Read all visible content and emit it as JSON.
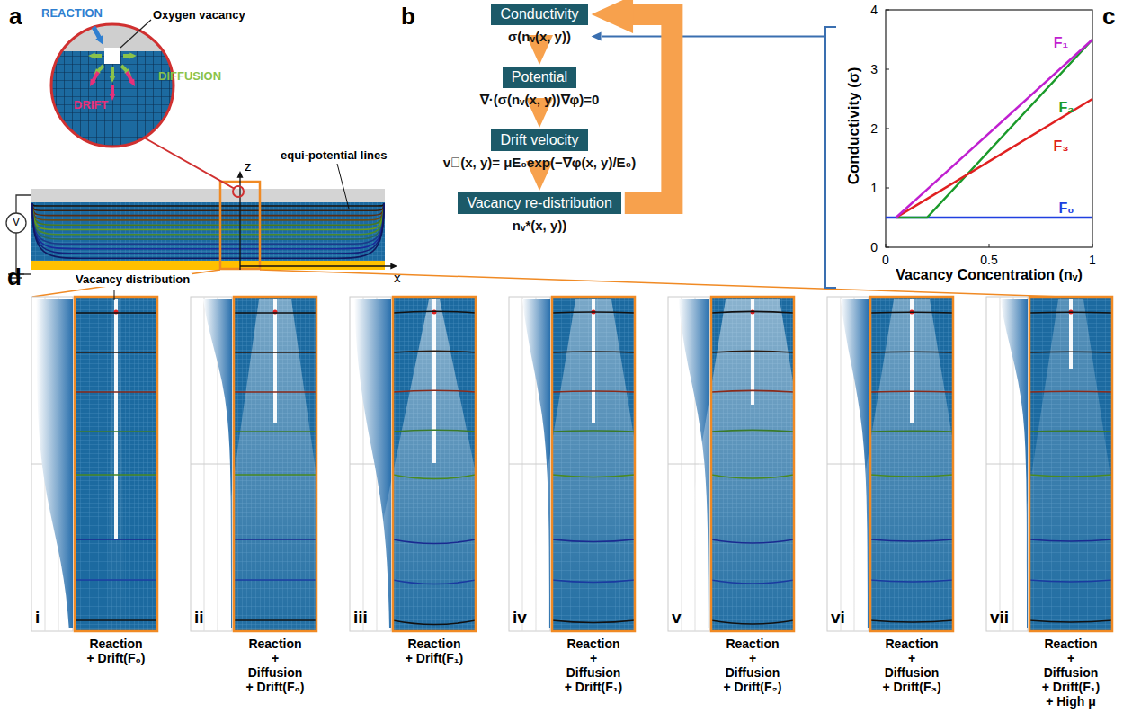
{
  "diagram": {
    "nodes": [
      {
        "text": [
          "Conductivity",
          "σ(nᵥ(x, y))"
        ]
      },
      {
        "text": [
          "Potential",
          "∇·(σ(nᵥ(x, y))∇φ)=0"
        ]
      },
      {
        "text": [
          "Drift velocity",
          "v⃗(x, y)= μE₀exp(−∇φ(x, y)/E₀)"
        ]
      },
      {
        "text": [
          "Vacancy re-distribution",
          "nᵥ*(x, y))"
        ]
      }
    ],
    "edges": [
      {
        "from": 0,
        "to": 1,
        "arrow": "to"
      },
      {
        "from": 1,
        "to": 2,
        "arrow": "to"
      },
      {
        "from": 2,
        "to": 3,
        "arrow": "to"
      },
      {
        "from": 3,
        "to": 0,
        "arrow": "to"
      }
    ],
    "labels": [
      "a",
      "REACTION",
      "Oxygen vacancy",
      "DIFFUSION",
      "DRIFT",
      "equi-potential lines",
      "z",
      "x",
      "V",
      "b",
      "c",
      "4",
      "3",
      "2",
      "1",
      "0",
      "0",
      "0.5",
      "1",
      "Conductivity (σ)",
      "Vacancy Concentration (nᵥ)",
      "F₁",
      "F₂",
      "F₃",
      "F₀",
      "d",
      "Vacancy distribution",
      "i",
      "ii",
      "iii",
      "iv",
      "v",
      "vi",
      "vii",
      "Reaction + Drift(F₀)",
      "Reaction + Diffusion + Drift(F₀)",
      "Reaction + Drift(F₁)",
      "Reaction + Diffusion + Drift(F₁)",
      "Reaction + Diffusion + Drift(F₂)",
      "Reaction + Diffusion + Drift(F₃)",
      "Reaction + Diffusion + Drift(F₁) + High μ"
    ]
  }
}
